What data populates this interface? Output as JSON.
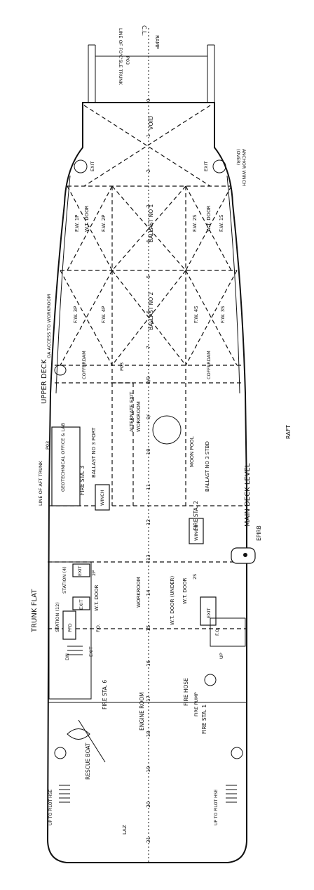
{
  "labels": {
    "cl": "C.L.",
    "ramp": "RAMP",
    "line_fo_trunk": "LINE OF FO'C'SLE TRUNK",
    "frame_p03_top": "P03",
    "void": "VOID",
    "anchor_winch": "ANCHOR WINCH",
    "anchor_over": "(OVER)",
    "exit_top_left": "EXIT",
    "exit_top_right": "EXIT",
    "fw_1p": "F.W. 1P",
    "wt_door_p": "W.T. DOOR",
    "fw_2p": "F.W. 2P",
    "ballast1": "BALLAST NO 1",
    "fw_2s": "F.W. 2S",
    "wt_door_s": "W.T. DOOR",
    "fw_1s": "F.W. 1S",
    "fw_3p": "F.W. 3P",
    "fw_4p": "F.W. 4P",
    "ballast2": "BALLAST NO 2",
    "fw_4s": "F.W. 4S",
    "fw_3s": "F.W. 3S",
    "oa_access": "OA ACCESS TO WORKROOM",
    "upper_deck": "UPPER DECK",
    "cofferdam_p": "COFFERDAM",
    "cofferdam_s": "COFFERDAM",
    "frame_p03_mid": "P03",
    "alt_exit": "ALTERNATE EXIT",
    "workroom_top": "WORKROOM",
    "moon_pool": "MOON POOL",
    "raft": "RAFT",
    "geotech": "GEOTECHNICAL OFFICE & LAB",
    "fire_sta_3": "FIRE STA. 3",
    "ballast3p": "BALLAST NO 3 PORT",
    "ballast3s": "BALLAST NO 3 STBD",
    "fire_sta_2": "FIRE STA. 2",
    "main_deck": "MAIN DECK LEVEL",
    "epirb": "EPIRB",
    "line_aft_trunk": "LINE OF AFT TRUNK",
    "frame_p03_low": "P03",
    "winch_p": "WINCH",
    "winch_s": "WINCH",
    "trunk_flat": "TRUNK FLAT",
    "station_4": "STATION (4)",
    "station_12": "STATION (12)",
    "fp_2": "2P",
    "fs_2": "2S",
    "wt_door_mid": "W.T. DOOR",
    "workroom_low": "WORKROOM",
    "wt_door_under": "W.T. DOOR (UNDER)",
    "wt_door_s2": "W.T. DOOR",
    "exit_mid": "EXIT",
    "fo_p": "F.O.",
    "fo_s": "F.O.",
    "pfd_p": "PFD",
    "exit_p2": "EXIT",
    "exit_p3": "EXIT",
    "exit_s2": "EXIT",
    "fire_sta_6": "FIRE STA. 6",
    "engine_room": "ENGINE ROOM",
    "fire_hose": "FIRE HOSE",
    "fire_pump": "FIRE PUMP",
    "fire_sta_1": "FIRE STA. 1",
    "rescue_boat": "RESCUE BOAT",
    "laz": "LAZ",
    "pilot_p": "UP TO PILOT HSE",
    "pilot_s": "UP TO PILOT HSE",
    "dn": "DN",
    "up_s": "UP"
  },
  "frames": [
    "0",
    "1",
    "2",
    "3",
    "4",
    "5",
    "6",
    "7",
    "8/9",
    "9/",
    "10",
    "11",
    "12",
    "13",
    "14",
    "15",
    "16",
    "17",
    "18",
    "19",
    "20",
    "21"
  ]
}
